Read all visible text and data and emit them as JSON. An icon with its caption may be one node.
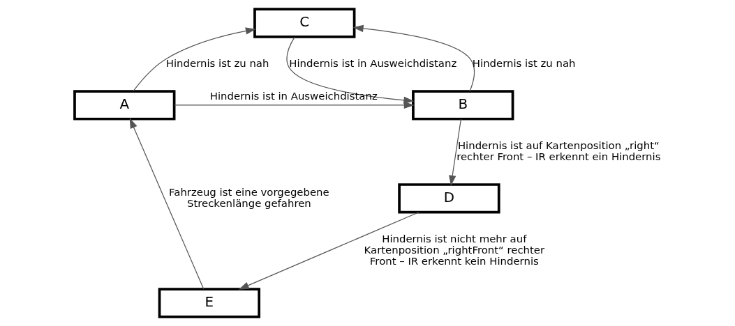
{
  "diagram": {
    "nodes": [
      {
        "text": [
          "C"
        ]
      },
      {
        "text": [
          "A"
        ]
      },
      {
        "text": [
          "B"
        ]
      },
      {
        "text": [
          "D"
        ]
      },
      {
        "text": [
          "E"
        ]
      }
    ],
    "edges": [
      {
        "from": 1,
        "to": 0,
        "arrow": "to",
        "label": "Hindernis ist zu nah"
      },
      {
        "from": 0,
        "to": 2,
        "arrow": "to",
        "label": "Hindernis ist in Ausweichdistanz"
      },
      {
        "from": 1,
        "to": 2,
        "arrow": "to",
        "label": "Hindernis ist in Ausweichdistanz"
      },
      {
        "from": 2,
        "to": 0,
        "arrow": "to",
        "label": "Hindernis ist zu nah"
      },
      {
        "from": 2,
        "to": 3,
        "arrow": "to",
        "label": "Hindernis ist auf Kartenposition „right“ rechter Front – IR erkennt ein Hindernis"
      },
      {
        "from": 3,
        "to": 4,
        "arrow": "to",
        "label": "Hindernis ist nicht mehr auf Kartenposition „rightFront“ rechter Front – IR erkennt kein Hindernis"
      },
      {
        "from": 4,
        "to": 1,
        "arrow": "to",
        "label": "Fahrzeug ist eine vorgegebene Streckenlänge gefahren"
      }
    ]
  }
}
